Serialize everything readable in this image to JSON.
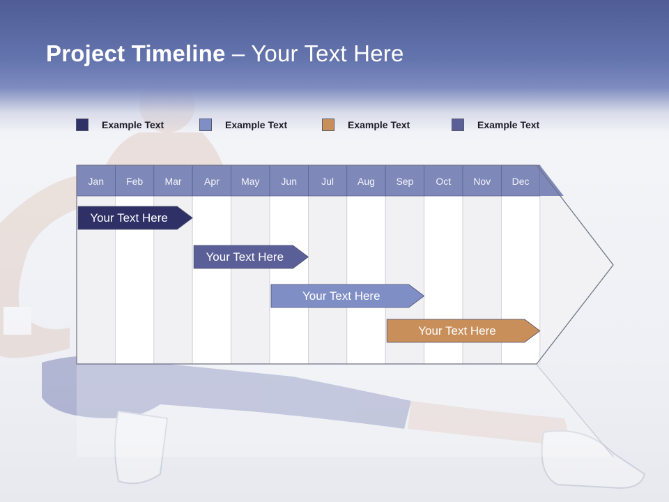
{
  "slide": {
    "title_bold": "Project Timeline",
    "title_rest": " – Your Text Here"
  },
  "legend": [
    {
      "label": "Example Text",
      "color": "#2f3166"
    },
    {
      "label": "Example Text",
      "color": "#7f8fc6"
    },
    {
      "label": "Example Text",
      "color": "#c98f5a"
    },
    {
      "label": "Example Text",
      "color": "#5b5f98"
    }
  ],
  "months": [
    "Jan",
    "Feb",
    "Mar",
    "Apr",
    "May",
    "Jun",
    "Jul",
    "Aug",
    "Sep",
    "Oct",
    "Nov",
    "Dec"
  ],
  "tasks": [
    {
      "label": "Your  Text Here",
      "start_month": "Jan",
      "end_month": "Mar",
      "color": "#2f3166"
    },
    {
      "label": "Your  Text Here",
      "start_month": "Apr",
      "end_month": "Jun",
      "color": "#5b5f98"
    },
    {
      "label": "Your  Text Here",
      "start_month": "Jun",
      "end_month": "Sep",
      "color": "#7f8fc6"
    },
    {
      "label": "Your  Text Here",
      "start_month": "Sep",
      "end_month": "Dec",
      "color": "#c98f5a"
    }
  ],
  "colors": {
    "header_band": "#6474ad",
    "month_band": "#7f89b9",
    "column_alt": "#f1f1f3",
    "column_main": "#ffffff"
  }
}
